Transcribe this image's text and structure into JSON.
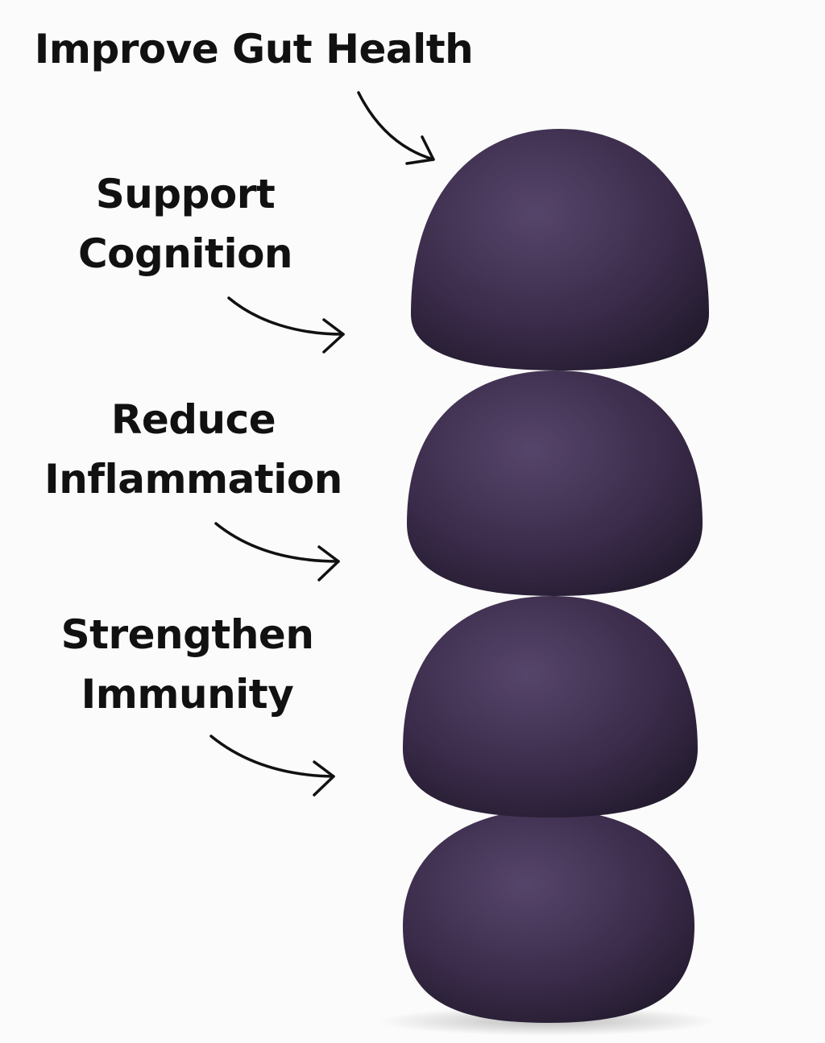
{
  "labels": {
    "gut": "Improve Gut Health",
    "cognition_line1": "Support",
    "cognition_line2": "Cognition",
    "inflammation_line1": "Reduce",
    "inflammation_line2": "Inflammation",
    "immunity_line1": "Strengthen",
    "immunity_line2": "Immunity"
  },
  "colors": {
    "gummy": "#3b2c4b",
    "gummy_highlight": "#56456a",
    "gummy_shadow": "#221a2d",
    "text": "#111111",
    "background": "#fbfbfb"
  }
}
